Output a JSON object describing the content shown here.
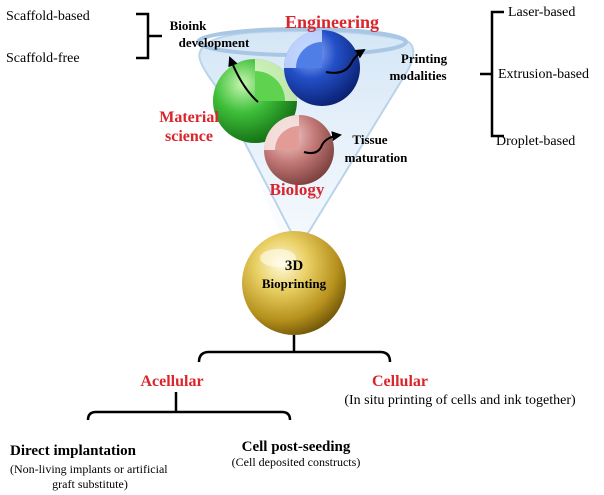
{
  "left_branch": {
    "top": "Scaffold-based",
    "bottom": "Scaffold-free"
  },
  "bioink": {
    "line1": "Bioink",
    "line2": "development"
  },
  "engineering": "Engineering",
  "material": {
    "line1": "Material",
    "line2": "science"
  },
  "biology": "Biology",
  "printing": {
    "line1": "Printing",
    "line2": "modalities"
  },
  "tissue": {
    "line1": "Tissue",
    "line2": "maturation"
  },
  "right_branch": {
    "top": "Laser-based",
    "middle": "Extrusion-based",
    "bottom": "Droplet-based"
  },
  "core": {
    "line1": "3D",
    "line2": "Bioprinting"
  },
  "acellular": "Acellular",
  "cellular": "Cellular",
  "cellular_sub": "(In situ printing of cells and ink together)",
  "direct": {
    "title": "Direct implantation",
    "sub1": "(Non-living implants or artificial",
    "sub2": "graft substitute)"
  },
  "seeding": {
    "title": "Cell post-seeding",
    "sub": "(Cell deposited constructs)"
  },
  "colors": {
    "accent_red": "#d9262c",
    "sphere_green": "#3fbf3a",
    "sphere_blue": "#2350c8",
    "sphere_rose": "#c47a78",
    "sphere_gold": "#d8b83a"
  }
}
